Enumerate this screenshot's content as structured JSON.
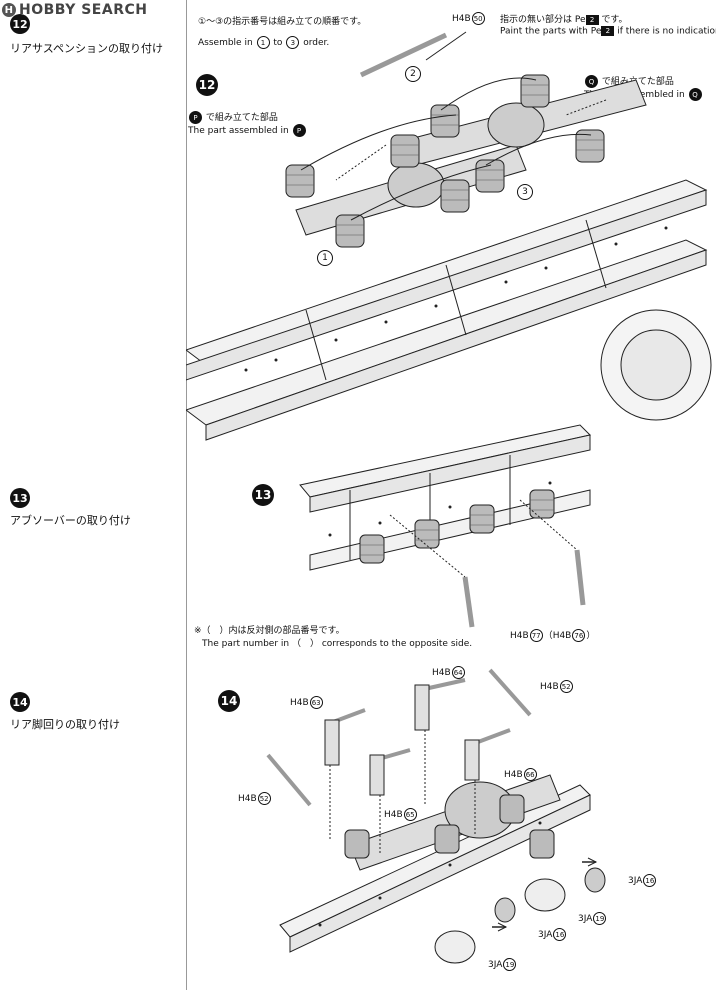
{
  "watermark": "HOBBY SEARCH",
  "steps": [
    {
      "number": "12",
      "title": "リアサスペンションの取り付け"
    },
    {
      "number": "13",
      "title": "アブソーバーの取り付け"
    },
    {
      "number": "14",
      "title": "リア脚回りの取り付け"
    }
  ],
  "notes": {
    "order_jp_a": "①～③",
    "order_jp_b": "の指示番号は組み立ての順番です。",
    "order_en_a": "Assemble in",
    "order_en_b": "to",
    "order_en_c": "order.",
    "order_from": "1",
    "order_to": "3",
    "paint_jp_a": "指示の無い部分は",
    "paint_jp_code": "Pe",
    "paint_jp_num": "2",
    "paint_jp_b": "です。",
    "paint_en_a": "Paint the parts with",
    "paint_en_b": "if there is no indication.",
    "assembled_jp": "で組み立てた部品",
    "assembled_en": "The part assembled in",
    "letter_p": "P",
    "letter_q": "Q",
    "opposite_jp": "※（　）内は反対側の部品番号です。",
    "opposite_en": "The part number in （　） corresponds to the opposite side."
  },
  "part_labels": {
    "s12_h4b": "H4B",
    "s12_h4b_num": "50",
    "s12_order": [
      "1",
      "2",
      "3"
    ],
    "s13_h4b": "H4B",
    "s13_num_a": "77",
    "s13_num_b": "76",
    "s14_labels": [
      {
        "code": "H4B",
        "num": "64"
      },
      {
        "code": "H4B",
        "num": "63"
      },
      {
        "code": "H4B",
        "num": "52"
      },
      {
        "code": "H4B",
        "num": "52"
      },
      {
        "code": "H4B",
        "num": "65"
      },
      {
        "code": "H4B",
        "num": "66"
      },
      {
        "code": "3JA",
        "num": "16"
      },
      {
        "code": "3JA",
        "num": "19"
      },
      {
        "code": "3JA",
        "num": "16"
      },
      {
        "code": "3JA",
        "num": "19"
      }
    ]
  }
}
